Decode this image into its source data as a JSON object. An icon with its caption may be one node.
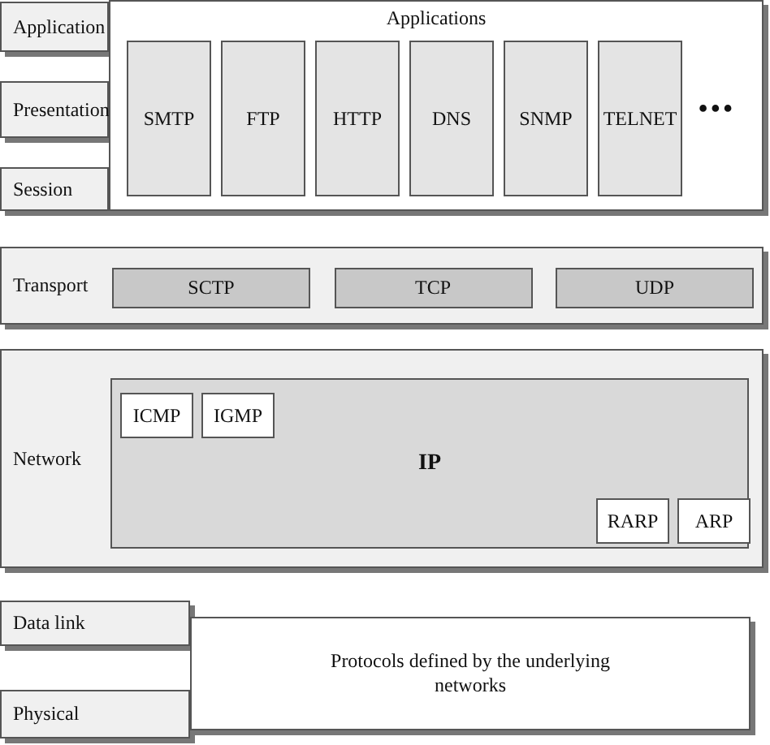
{
  "diagram": {
    "nodes": [
      {
        "text": [
          "Application"
        ]
      },
      {
        "text": [
          "Presentation"
        ]
      },
      {
        "text": [
          "Session"
        ]
      },
      {
        "text": [
          "Applications"
        ]
      },
      {
        "text": [
          "SMTP"
        ],
        "in": 3
      },
      {
        "text": [
          "FTP"
        ],
        "in": 3
      },
      {
        "text": [
          "HTTP"
        ],
        "in": 3
      },
      {
        "text": [
          "DNS"
        ],
        "in": 3
      },
      {
        "text": [
          "SNMP"
        ],
        "in": 3
      },
      {
        "text": [
          "TELNET"
        ],
        "in": 3
      },
      {
        "text": [
          "Transport"
        ]
      },
      {
        "text": [
          "SCTP"
        ],
        "in": 10
      },
      {
        "text": [
          "TCP"
        ],
        "in": 10
      },
      {
        "text": [
          "UDP"
        ],
        "in": 10
      },
      {
        "text": [
          "Network"
        ]
      },
      {
        "text": [
          "IP"
        ],
        "in": 14
      },
      {
        "text": [
          "ICMP"
        ],
        "in": 15
      },
      {
        "text": [
          "IGMP"
        ],
        "in": 15
      },
      {
        "text": [
          "RARP"
        ],
        "in": 15
      },
      {
        "text": [
          "ARP"
        ],
        "in": 15
      },
      {
        "text": [
          "Data link"
        ]
      },
      {
        "text": [
          "Physical"
        ]
      },
      {
        "text": [
          "Protocols defined by the underlying networks"
        ]
      }
    ],
    "edges": [],
    "labels": [
      "•••"
    ]
  }
}
